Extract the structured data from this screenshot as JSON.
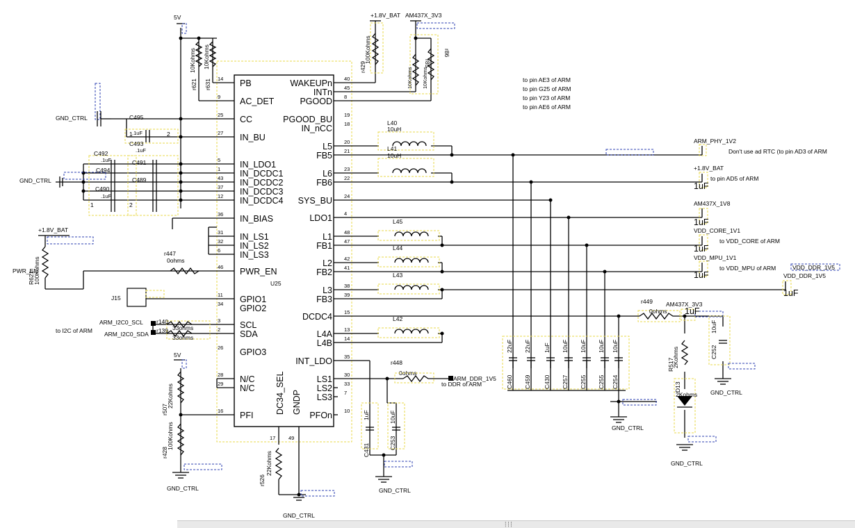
{
  "chip": {
    "ref": "U25",
    "left_pins": [
      {
        "name": "PB",
        "num": "14"
      },
      {
        "name": "AC_DET",
        "num": "9"
      },
      {
        "name": "CC",
        "num": "25"
      },
      {
        "name": "IN_BU",
        "num": "27"
      },
      {
        "name": "IN_LDO1",
        "num": "5"
      },
      {
        "name": "IN_DCDC1",
        "num": "1"
      },
      {
        "name": "IN_DCDC2",
        "num": "43"
      },
      {
        "name": "IN_DCDC3",
        "num": "37"
      },
      {
        "name": "IN_DCDC4",
        "num": "12"
      },
      {
        "name": "IN_BIAS",
        "num": "36"
      },
      {
        "name": "IN_LS1",
        "num": "31"
      },
      {
        "name": "IN_LS2",
        "num": "32"
      },
      {
        "name": "IN_LS3",
        "num": "6"
      },
      {
        "name": "PWR_EN",
        "num": "46"
      },
      {
        "name": "GPIO1",
        "num": "11"
      },
      {
        "name": "GPIO2",
        "num": "34"
      },
      {
        "name": "SCL",
        "num": "3"
      },
      {
        "name": "SDA",
        "num": "2"
      },
      {
        "name": "GPIO3",
        "num": "26"
      },
      {
        "name": "N/C",
        "num": "28"
      },
      {
        "name": "N/C",
        "num": "29"
      },
      {
        "name": "PFI",
        "num": "16"
      }
    ],
    "right_pins": [
      {
        "name": "WAKEUPn",
        "num": "40"
      },
      {
        "name": "INTn",
        "num": "45"
      },
      {
        "name": "PGOOD",
        "num": "8"
      },
      {
        "name": "PGOOD_BU",
        "num": "19"
      },
      {
        "name": "IN_nCC",
        "num": "18"
      },
      {
        "name": "L5",
        "num": "20"
      },
      {
        "name": "FB5",
        "num": "21"
      },
      {
        "name": "L6",
        "num": "23"
      },
      {
        "name": "FB6",
        "num": "22"
      },
      {
        "name": "SYS_BU",
        "num": "24"
      },
      {
        "name": "LDO1",
        "num": "4"
      },
      {
        "name": "L1",
        "num": "48"
      },
      {
        "name": "FB1",
        "num": "47"
      },
      {
        "name": "L2",
        "num": "42"
      },
      {
        "name": "FB2",
        "num": "41"
      },
      {
        "name": "L3",
        "num": "38"
      },
      {
        "name": "FB3",
        "num": "39"
      },
      {
        "name": "DCDC4",
        "num": "15"
      },
      {
        "name": "L4A",
        "num": "13"
      },
      {
        "name": "L4B",
        "num": "14"
      },
      {
        "name": "INT_LDO",
        "num": "35"
      },
      {
        "name": "LS1",
        "num": "30"
      },
      {
        "name": "LS2",
        "num": "33"
      },
      {
        "name": "LS3",
        "num": "7"
      },
      {
        "name": "PFOn",
        "num": "10"
      }
    ],
    "bottom_pins": [
      {
        "name": "DC34_SEL",
        "num": "17"
      },
      {
        "name": "GNDP",
        "num": "49"
      }
    ]
  },
  "nets": {
    "v5": "5V",
    "bat": "+1.8V_BAT",
    "v3": "AM437X_3V3",
    "gnd": "GND_CTRL",
    "phy": "ARM_PHY_1V2",
    "v18": "AM437X_1V8",
    "core": "VDD_CORE_1V1",
    "mpu": "VDD_MPU_1V1",
    "ddr": "VDD_DDR_1V5",
    "ddr_arm": "ARM_DDR_1V5",
    "pwr": "PWR_EN",
    "scl": "ARM_I2C0_SCL",
    "sda": "ARM_I2C0_SDA"
  },
  "notes": {
    "ae3": "to pin AE3 of ARM",
    "g25": "to pin G25 of ARM",
    "y23": "to pin Y23 of ARM",
    "ae6": "to pin AE6 of ARM",
    "rtc": "Don't use ad RTC (to pin AD3 of ARM",
    "ad5": "to pin AD5 of ARM",
    "core": "to VDD_CORE of ARM",
    "mpu": "to VDD_MPU of ARM",
    "ddr": "to DDR of ARM",
    "i2c": "to I2C of ARM"
  },
  "components": {
    "r621": {
      "ref": "r621",
      "val": "10Kohms"
    },
    "r631": {
      "ref": "r631",
      "val": "10Kohms"
    },
    "r429": {
      "ref": "r429",
      "val": "100Kohms"
    },
    "r85": {
      "ref": "r85",
      "val": "10Kohms"
    },
    "r86": {
      "ref": "r86",
      "val": "10Kohms"
    },
    "r447": {
      "ref": "r447",
      "val": "0ohms"
    },
    "r621b": {
      "ref": "R621",
      "val": "100Kohms"
    },
    "r507": {
      "ref": "r507",
      "val": "22Kohms"
    },
    "r428": {
      "ref": "r428",
      "val": "100Kohms"
    },
    "r526": {
      "ref": "r526",
      "val": "22Kohms"
    },
    "r448": {
      "ref": "r448",
      "val": "0ohms"
    },
    "r449": {
      "ref": "r449",
      "val": "0ohms"
    },
    "r517": {
      "ref": "R517",
      "val": "2Kohms"
    },
    "r140": {
      "ref": "r140",
      "val": "33ohms"
    },
    "r139": {
      "ref": "r139",
      "val": "33ohms"
    },
    "l40": {
      "ref": "L40",
      "val": "10uH"
    },
    "l41": {
      "ref": "L41",
      "val": "10uH"
    },
    "l42": "L42",
    "l43": "L43",
    "l44": "L44",
    "l45": "L45",
    "c495": "C495",
    "c493": "C493",
    "c492": "C492",
    "c494": "C494",
    "c491": "C491",
    "c489": "C489",
    "c490": "C490",
    "c_1uf": ".1uF",
    "c_1uf2": "1uF",
    "c460": "C460",
    "c459": "C459",
    "c430": "C430",
    "c257": "C257",
    "c255": "C255",
    "c255b": "C255",
    "c254": "C254",
    "c431": "C431",
    "c253": "C253",
    "c252": "C252",
    "v22uf": "22uF",
    "v10uf": "10uF",
    "d13": "D13",
    "j15": "J15",
    "v1uf": "1uF"
  },
  "pin_nums": {
    "one": "1",
    "two": "2"
  },
  "status": {
    "grip": "┆┆┆"
  }
}
